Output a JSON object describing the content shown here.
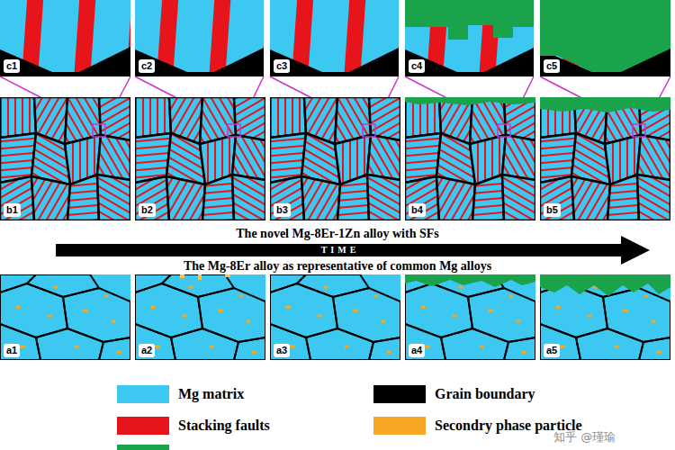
{
  "diagram": {
    "labels": [
      "c1",
      "c2",
      "c3",
      "c4",
      "c5",
      "b1",
      "b2",
      "b3",
      "b4",
      "b5",
      "The novel Mg-8Er-1Zn alloy with SFs",
      "TIME",
      "The Mg-8Er alloy as representative of common Mg alloys",
      "a1",
      "a2",
      "a3",
      "a4",
      "a5",
      "知乎 @瑾瑜"
    ],
    "legend": [
      {
        "text": "Mg matrix",
        "color": "#3cc8f0"
      },
      {
        "text": "Stacking faults",
        "color": "#e8141c"
      },
      {
        "text": "Grain boundary",
        "color": "#000000"
      },
      {
        "text": "Secondry phase particle",
        "color": "#f5a623"
      }
    ]
  }
}
